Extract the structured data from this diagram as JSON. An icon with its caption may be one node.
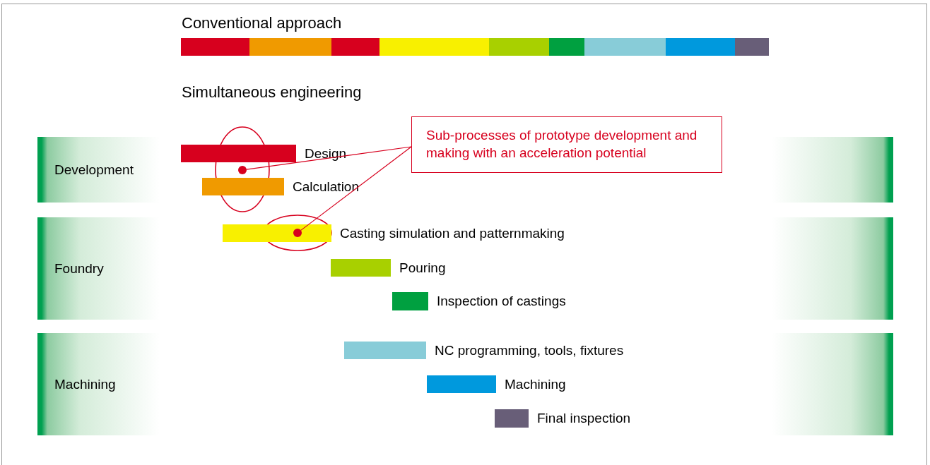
{
  "diagram": {
    "nodes": [
      {
        "text": [
          "Development"
        ]
      },
      {
        "text": [],
        "shape": "bar",
        "in": 0,
        "beside": [
          "Design"
        ]
      },
      {
        "text": [],
        "shape": "bar",
        "in": 0,
        "beside": [
          "Calculation"
        ]
      },
      {
        "text": [
          "Foundry"
        ]
      },
      {
        "text": [],
        "shape": "bar",
        "in": 3,
        "beside": [
          "Casting simulation and patternmaking"
        ]
      },
      {
        "text": [],
        "shape": "bar",
        "in": 3,
        "beside": [
          "Pouring"
        ]
      },
      {
        "text": [],
        "shape": "bar",
        "in": 3,
        "beside": [
          "Inspection of castings"
        ]
      },
      {
        "text": [
          "Machining"
        ]
      },
      {
        "text": [],
        "shape": "bar",
        "in": 7,
        "beside": [
          "NC programming, tools, fixtures"
        ]
      },
      {
        "text": [],
        "shape": "bar",
        "in": 7,
        "beside": [
          "Machining"
        ]
      },
      {
        "text": [],
        "shape": "bar",
        "in": 7,
        "beside": [
          "Final inspection"
        ]
      },
      {
        "text": [
          "Sub-processes of prototype development and making with an acceleration potential"
        ]
      },
      {
        "text": [],
        "shape": "circle",
        "in": 0
      },
      {
        "text": [],
        "shape": "circle",
        "in": 4
      }
    ],
    "edges": [
      {
        "from": 11,
        "to": 12,
        "arrow": "none"
      },
      {
        "from": 11,
        "to": 13,
        "arrow": "none"
      }
    ],
    "labels": [
      "Conventional approach",
      "Simultaneous engineering"
    ]
  }
}
